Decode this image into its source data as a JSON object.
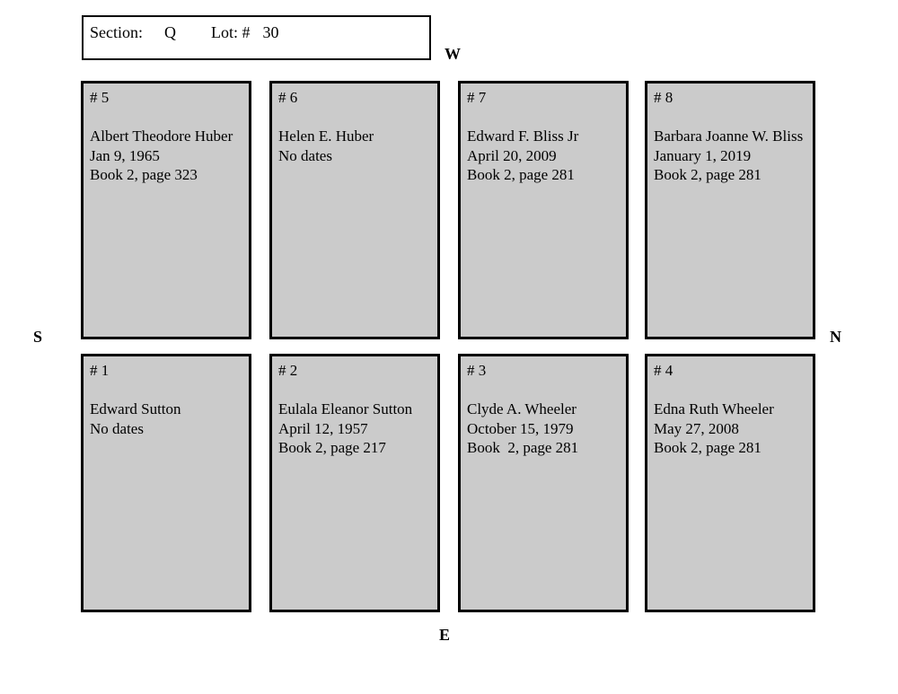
{
  "title_box": {
    "section_label": "Section:",
    "section_value": "Q",
    "lot_label": "Lot: #",
    "lot_value": "30"
  },
  "compass": {
    "west": "W",
    "south": "S",
    "north": "N",
    "east": "E"
  },
  "plots": [
    {
      "number": "# 5",
      "name": "Albert Theodore Huber",
      "date": "Jan 9, 1965",
      "book": "Book 2, page 323"
    },
    {
      "number": "# 6",
      "name": "Helen E. Huber",
      "date": "No dates",
      "book": ""
    },
    {
      "number": "# 7",
      "name": "Edward F. Bliss Jr",
      "date": "April 20, 2009",
      "book": "Book 2, page 281"
    },
    {
      "number": "# 8",
      "name": "Barbara Joanne W. Bliss",
      "date": "January 1, 2019",
      "book": "Book 2, page 281"
    },
    {
      "number": "# 1",
      "name": "Edward Sutton",
      "date": "No dates",
      "book": ""
    },
    {
      "number": "# 2",
      "name": "Eulala Eleanor Sutton",
      "date": "April 12, 1957",
      "book": "Book 2, page 217"
    },
    {
      "number": "# 3",
      "name": "Clyde A. Wheeler",
      "date": "October 15, 1979",
      "book": "Book  2, page 281"
    },
    {
      "number": "# 4",
      "name": "Edna Ruth Wheeler",
      "date": "May 27, 2008",
      "book": "Book 2, page 281"
    }
  ],
  "colors": {
    "plot_fill": "#cbcbcb",
    "border": "#000000",
    "page_background": "#ffffff"
  }
}
